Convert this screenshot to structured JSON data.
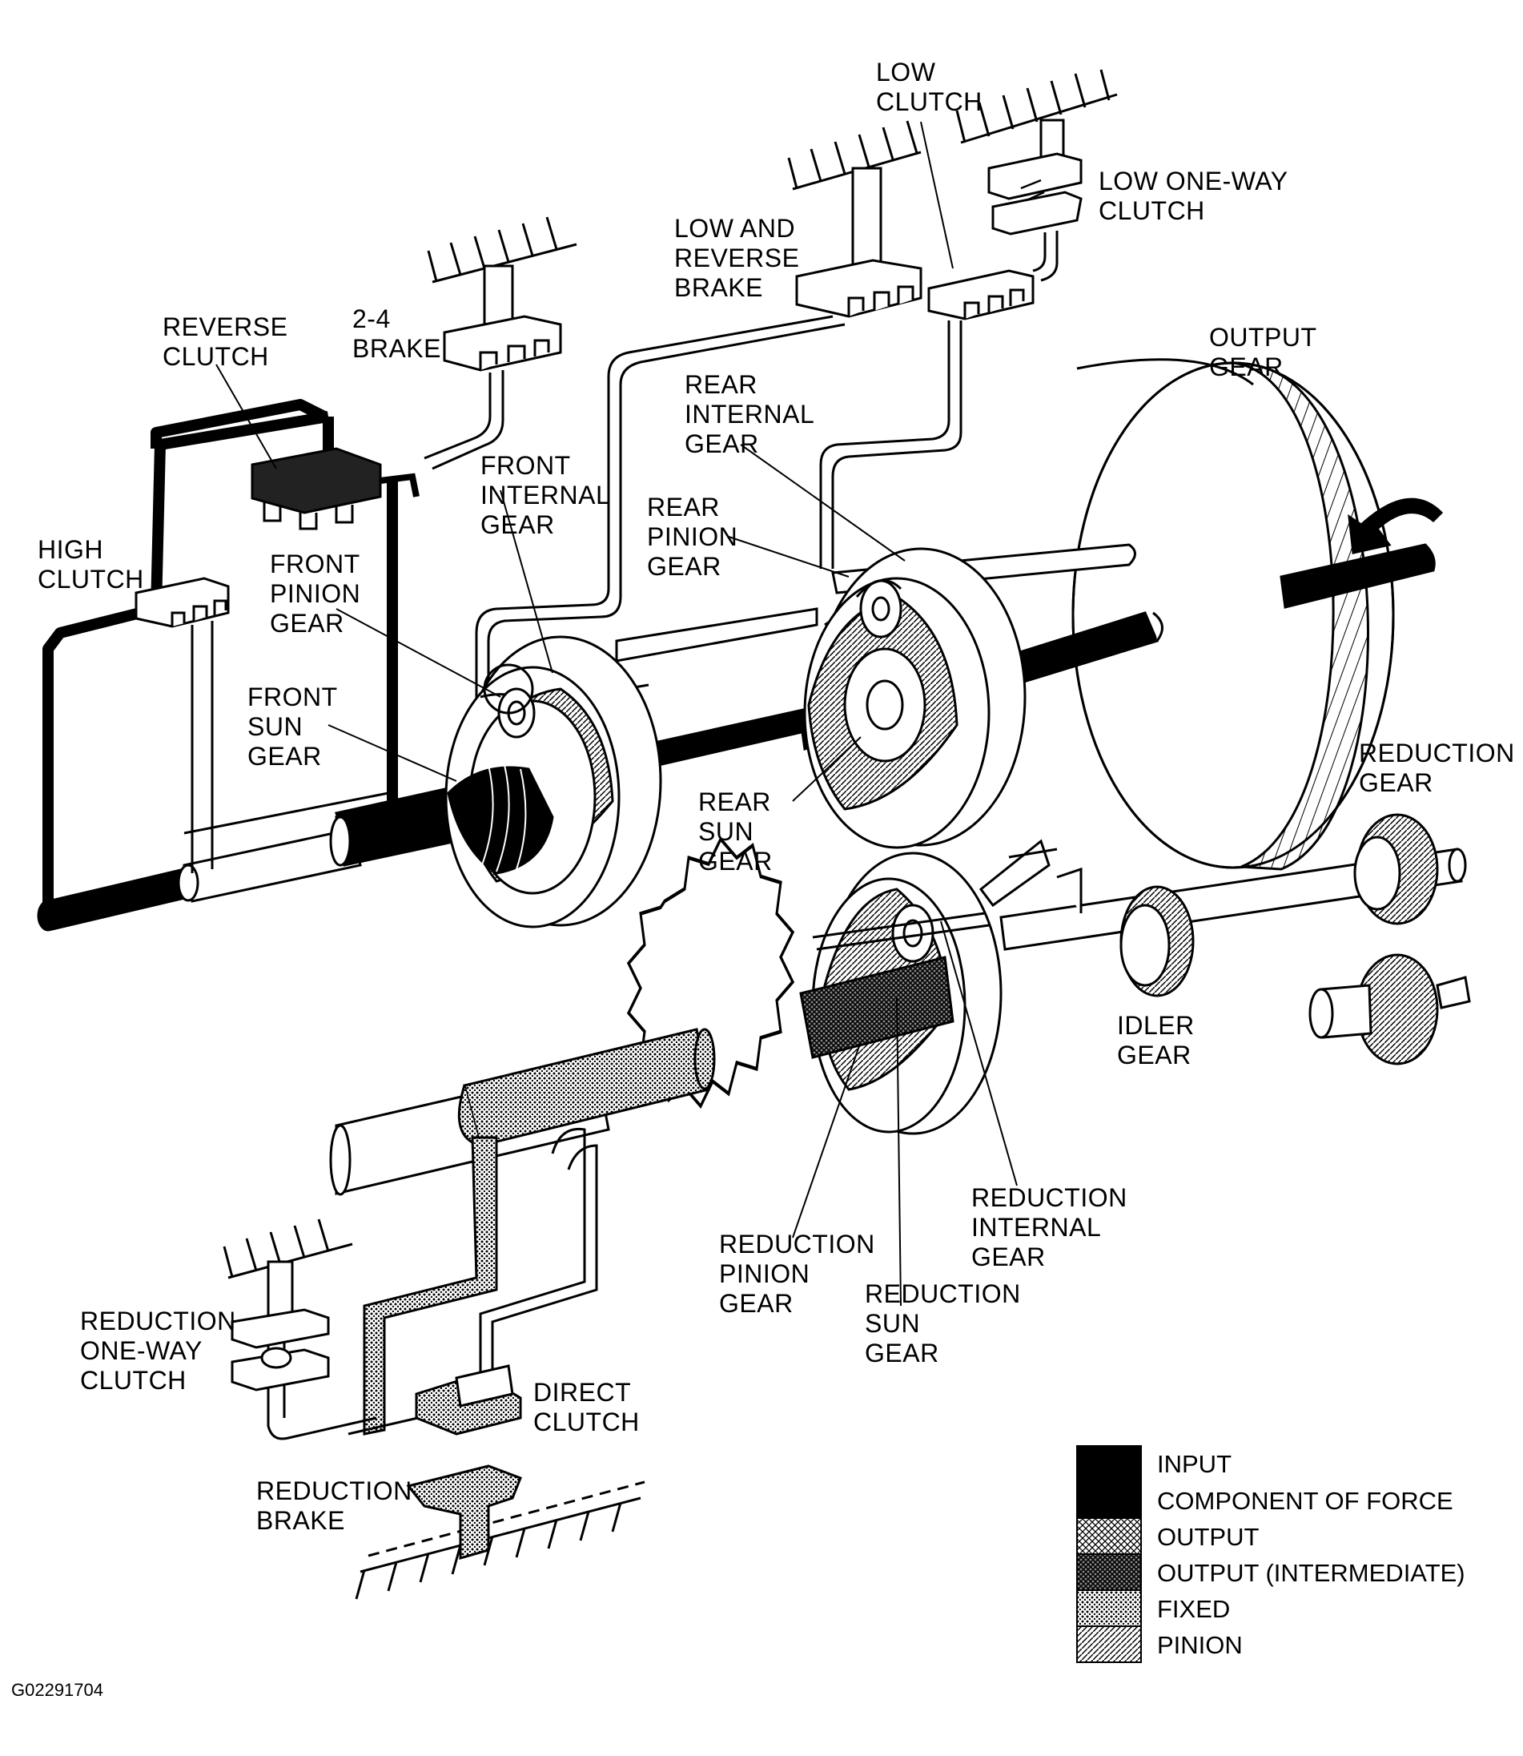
{
  "figure_id": "G02291704",
  "colors": {
    "ink": "#000000",
    "paper": "#ffffff"
  },
  "labels": {
    "low_clutch": [
      "LOW",
      "CLUTCH"
    ],
    "low_one_way_clutch": [
      "LOW ONE-WAY",
      "CLUTCH"
    ],
    "low_and_reverse_brake": [
      "LOW AND",
      "REVERSE",
      "BRAKE"
    ],
    "reverse_clutch": [
      "REVERSE",
      "CLUTCH"
    ],
    "brake_2_4": [
      "2-4",
      "BRAKE"
    ],
    "output_gear": [
      "OUTPUT",
      "GEAR"
    ],
    "rear_internal_gear": [
      "REAR",
      "INTERNAL",
      "GEAR"
    ],
    "front_internal_gear": [
      "FRONT",
      "INTERNAL",
      "GEAR"
    ],
    "rear_pinion_gear": [
      "REAR",
      "PINION",
      "GEAR"
    ],
    "high_clutch": [
      "HIGH",
      "CLUTCH"
    ],
    "front_pinion_gear": [
      "FRONT",
      "PINION",
      "GEAR"
    ],
    "front_sun_gear": [
      "FRONT",
      "SUN",
      "GEAR"
    ],
    "rear_sun_gear": [
      "REAR",
      "SUN",
      "GEAR"
    ],
    "reduction_gear": [
      "REDUCTION",
      "GEAR"
    ],
    "idler_gear": [
      "IDLER",
      "GEAR"
    ],
    "reduction_internal_gear": [
      "REDUCTION",
      "INTERNAL",
      "GEAR"
    ],
    "reduction_pinion_gear": [
      "REDUCTION",
      "PINION",
      "GEAR"
    ],
    "reduction_sun_gear": [
      "REDUCTION",
      "SUN",
      "GEAR"
    ],
    "reduction_one_way_clutch": [
      "REDUCTION",
      "ONE-WAY",
      "CLUTCH"
    ],
    "direct_clutch": [
      "DIRECT",
      "CLUTCH"
    ],
    "reduction_brake": [
      "REDUCTION",
      "BRAKE"
    ]
  },
  "legend": [
    {
      "label": "INPUT",
      "pattern": "solid"
    },
    {
      "label": "COMPONENT OF FORCE",
      "pattern": "solid"
    },
    {
      "label": "OUTPUT",
      "pattern": "crosshatch"
    },
    {
      "label": "OUTPUT (INTERMEDIATE)",
      "pattern": "dense-crosshatch"
    },
    {
      "label": "FIXED",
      "pattern": "dots"
    },
    {
      "label": "PINION",
      "pattern": "diagonal"
    }
  ]
}
